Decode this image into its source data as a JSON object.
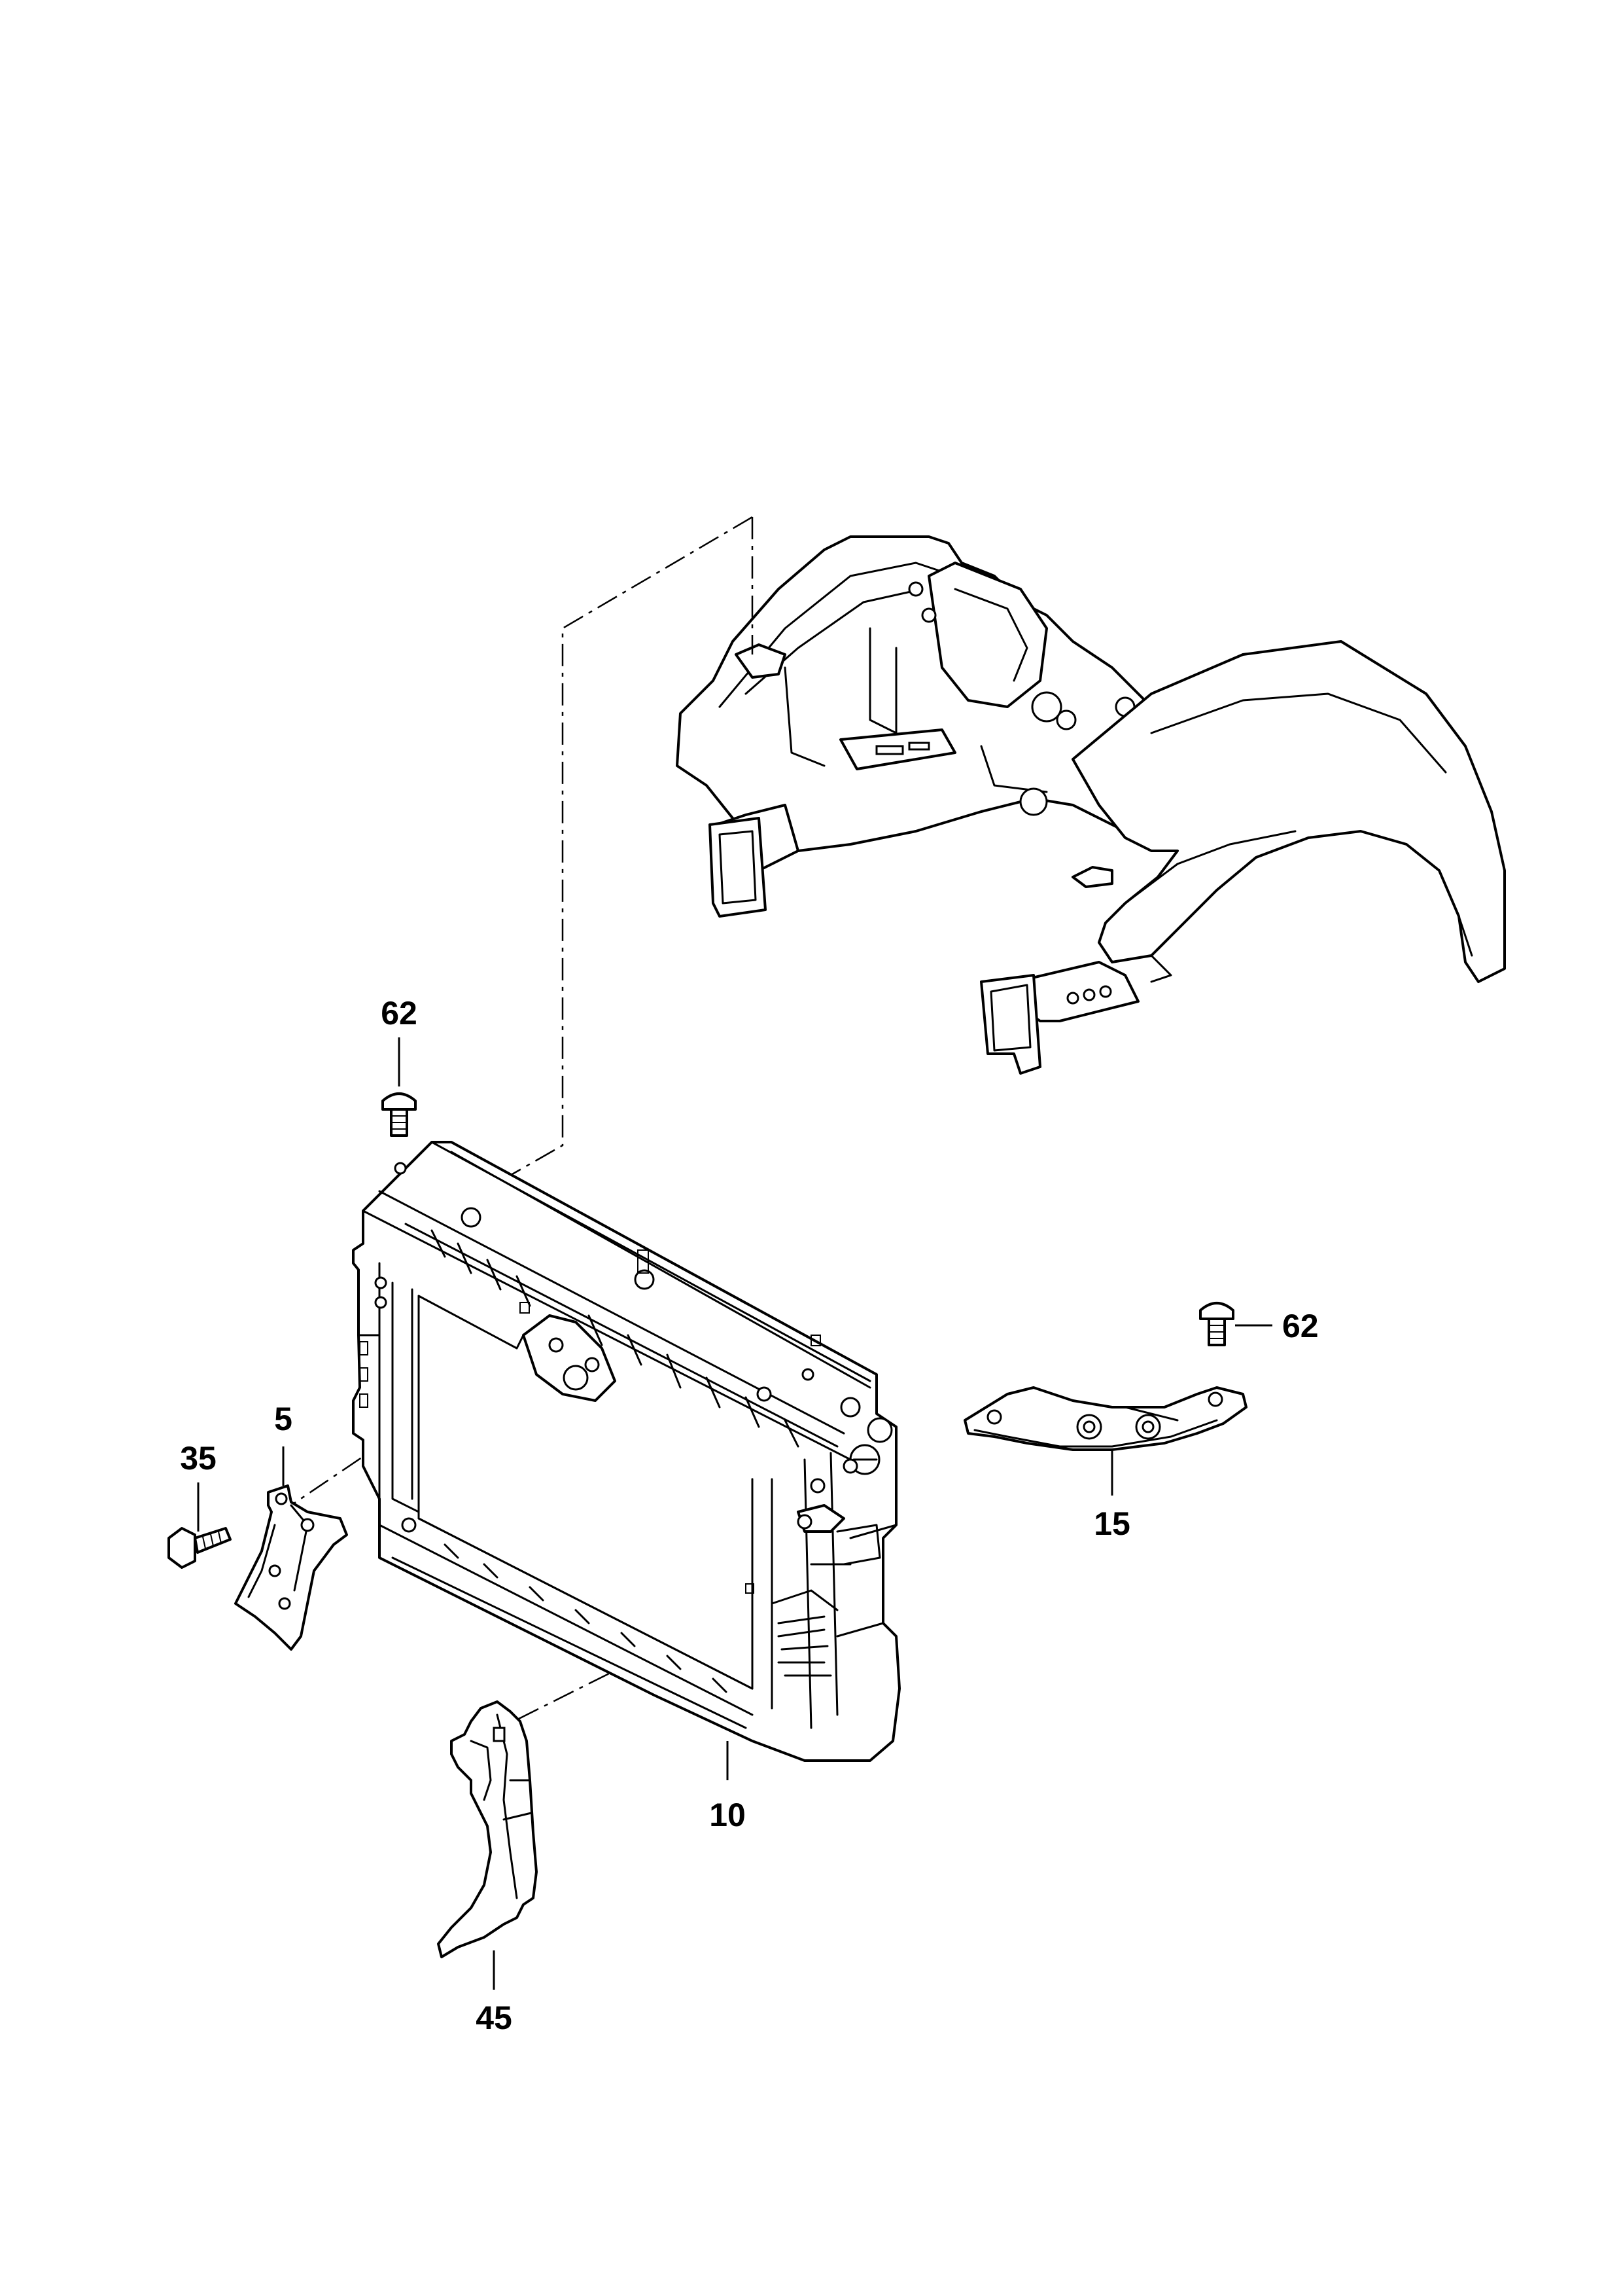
{
  "callouts": {
    "bolt_top_left": "62",
    "bolt_right": "62",
    "bracket_left": "5",
    "bolt_left": "35",
    "carrier": "10",
    "bracket_right": "15",
    "air_duct": "45"
  },
  "colors": {
    "line": "#000000",
    "background": "#ffffff"
  }
}
